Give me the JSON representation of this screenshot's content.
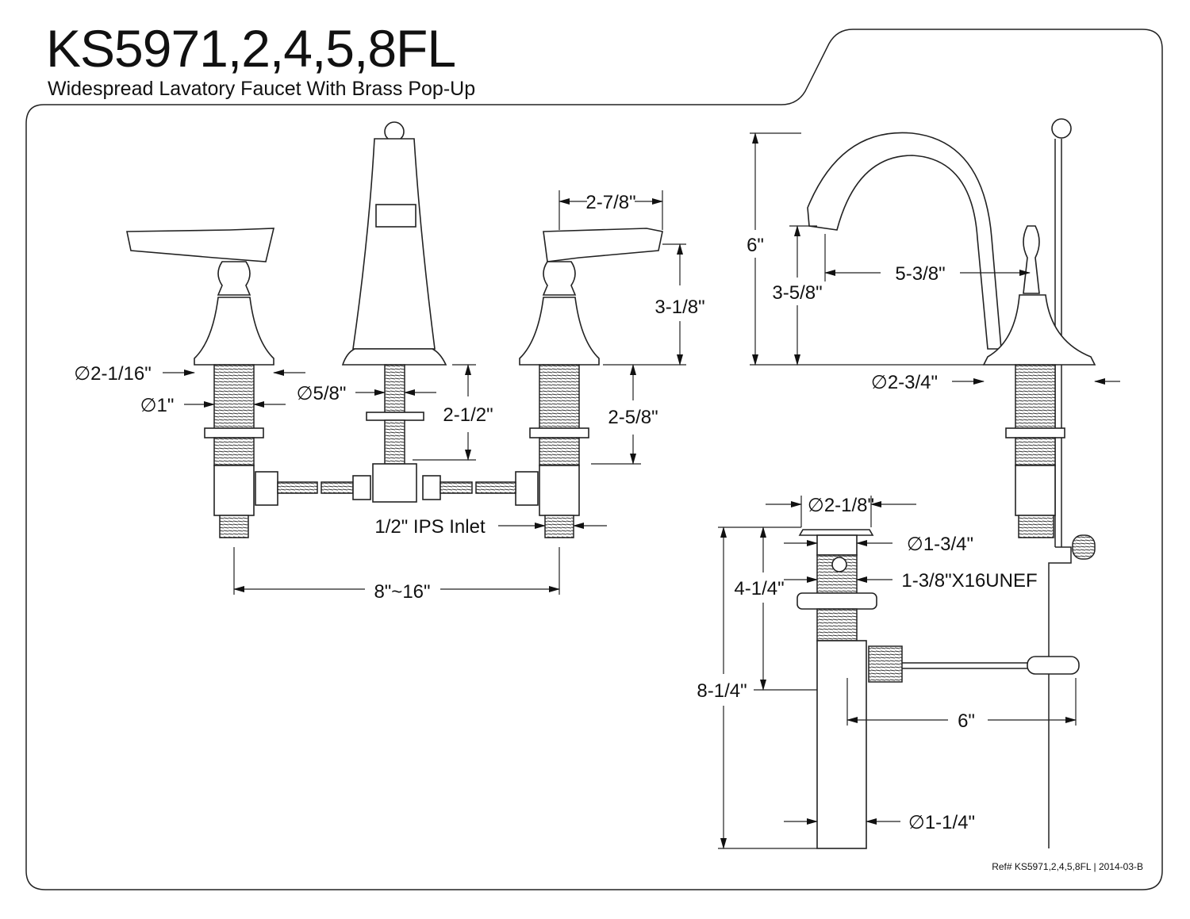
{
  "header": {
    "title": "KS5971,2,4,5,8FL",
    "subtitle": "Widespread Lavatory Faucet With Brass Pop-Up"
  },
  "front_view": {
    "handle_spread_width": "2-7/8\"",
    "handle_height": "3-1/8\"",
    "handle_base_diameter": "∅2-1/16\"",
    "handle_shank_diameter": "∅1\"",
    "spout_shank_diameter": "∅5/8\"",
    "spout_shank_length": "2-1/2\"",
    "handle_shank_length": "2-5/8\"",
    "inlet": "1/2\" IPS Inlet",
    "center_spread": "8\"~16\""
  },
  "side_view": {
    "overall_height": "6\"",
    "spout_clearance": "3-5/8\"",
    "spout_reach": "5-3/8\"",
    "base_diameter": "∅2-3/4\""
  },
  "drain": {
    "flange_diameter": "∅2-1/8\"",
    "body_diameter": "∅1-3/4\"",
    "thread": "1-3/8\"X16UNEF",
    "body_length": "4-1/4\"",
    "overall_length": "8-1/4\"",
    "rod_length": "6\"",
    "tailpiece_diameter": "∅1-1/4\""
  },
  "footer": {
    "reference": "Ref# KS5971,2,4,5,8FL | 2014-03-B"
  }
}
